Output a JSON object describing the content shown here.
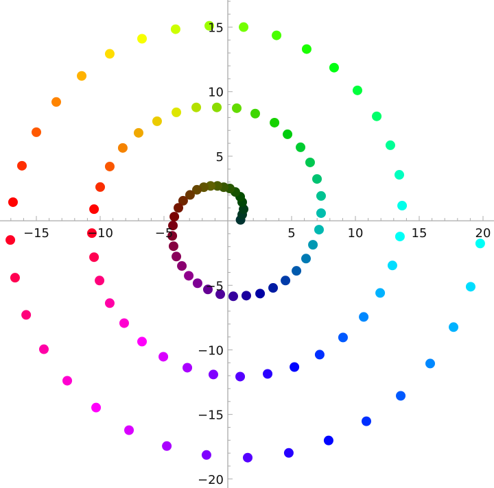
{
  "chart_data": {
    "type": "scatter",
    "title": "",
    "xlabel": "",
    "ylabel": "",
    "xlim": [
      -17.85,
      20.86
    ],
    "ylim": [
      -20.7,
      17.1
    ],
    "grid": false,
    "legend": "none",
    "x_ticks": [
      -15,
      -10,
      -5,
      5,
      10,
      15,
      20
    ],
    "y_ticks": [
      -20,
      -15,
      -10,
      -5,
      5,
      10,
      15
    ],
    "x_tick_labels": [
      "−15",
      "−10",
      "−5",
      "5",
      "10",
      "15",
      "20"
    ],
    "y_tick_labels": [
      "−20",
      "−15",
      "−10",
      "−5",
      "5",
      "10",
      "15"
    ],
    "color_scheme": "hue by polar angle, brightness by radius",
    "points": [
      [
        1.0,
        0.07
      ],
      [
        1.13,
        0.48
      ],
      [
        1.24,
        0.9
      ],
      [
        1.13,
        1.44
      ],
      [
        0.97,
        1.86
      ],
      [
        0.59,
        2.23
      ],
      [
        0.16,
        2.5
      ],
      [
        -0.32,
        2.6
      ],
      [
        -0.81,
        2.7
      ],
      [
        -1.35,
        2.7
      ],
      [
        -1.88,
        2.6
      ],
      [
        -2.42,
        2.4
      ],
      [
        -2.96,
        2.0
      ],
      [
        -3.5,
        1.55
      ],
      [
        -3.87,
        1.0
      ],
      [
        -4.19,
        0.32
      ],
      [
        -4.3,
        -0.37
      ],
      [
        -4.35,
        -1.17
      ],
      [
        -4.25,
        -1.97
      ],
      [
        -4.03,
        -2.77
      ],
      [
        -3.6,
        -3.5
      ],
      [
        -3.06,
        -4.26
      ],
      [
        -2.37,
        -4.84
      ],
      [
        -1.56,
        -5.32
      ],
      [
        -0.59,
        -5.69
      ],
      [
        0.43,
        -5.85
      ],
      [
        1.45,
        -5.8
      ],
      [
        2.53,
        -5.64
      ],
      [
        3.55,
        -5.2
      ],
      [
        4.52,
        -4.63
      ],
      [
        5.38,
        -3.88
      ],
      [
        6.13,
        -2.93
      ],
      [
        6.67,
        -1.86
      ],
      [
        7.15,
        -0.69
      ],
      [
        7.31,
        0.59
      ],
      [
        7.31,
        1.92
      ],
      [
        6.99,
        3.24
      ],
      [
        6.45,
        4.52
      ],
      [
        5.7,
        5.69
      ],
      [
        4.68,
        6.7
      ],
      [
        3.66,
        7.6
      ],
      [
        2.15,
        8.3
      ],
      [
        0.7,
        8.72
      ],
      [
        -0.86,
        8.78
      ],
      [
        -2.47,
        8.78
      ],
      [
        -4.03,
        8.4
      ],
      [
        -5.54,
        7.71
      ],
      [
        -6.99,
        6.81
      ],
      [
        -8.23,
        5.64
      ],
      [
        -9.25,
        4.2
      ],
      [
        -10.0,
        2.61
      ],
      [
        -10.48,
        0.9
      ],
      [
        -10.65,
        -0.96
      ],
      [
        -10.48,
        -2.82
      ],
      [
        -10.05,
        -4.63
      ],
      [
        -9.25,
        -6.38
      ],
      [
        -8.12,
        -7.93
      ],
      [
        -6.72,
        -9.36
      ],
      [
        -5.05,
        -10.53
      ],
      [
        -3.17,
        -11.38
      ],
      [
        -1.13,
        -11.91
      ],
      [
        0.97,
        -12.07
      ],
      [
        3.12,
        -11.86
      ],
      [
        5.22,
        -11.33
      ],
      [
        7.2,
        -10.37
      ],
      [
        9.03,
        -9.04
      ],
      [
        10.65,
        -7.45
      ],
      [
        11.94,
        -5.59
      ],
      [
        12.9,
        -3.46
      ],
      [
        13.49,
        -1.22
      ],
      [
        13.66,
        1.17
      ],
      [
        13.44,
        3.56
      ],
      [
        12.74,
        5.85
      ],
      [
        11.67,
        8.09
      ],
      [
        10.16,
        10.1
      ],
      [
        8.33,
        11.86
      ],
      [
        6.18,
        13.3
      ],
      [
        3.82,
        14.36
      ],
      [
        1.24,
        15.0
      ],
      [
        -1.45,
        15.1
      ],
      [
        -4.09,
        14.84
      ],
      [
        -6.72,
        14.1
      ],
      [
        -9.25,
        12.93
      ],
      [
        -11.45,
        11.22
      ],
      [
        -13.44,
        9.2
      ],
      [
        -15.0,
        6.86
      ],
      [
        -16.13,
        4.26
      ],
      [
        -16.83,
        1.44
      ],
      [
        -17.04,
        -1.49
      ],
      [
        -16.67,
        -4.41
      ],
      [
        -15.8,
        -7.29
      ],
      [
        -14.41,
        -9.95
      ],
      [
        -12.58,
        -12.39
      ],
      [
        -10.32,
        -14.47
      ],
      [
        -7.74,
        -16.22
      ],
      [
        -4.78,
        -17.45
      ],
      [
        -1.67,
        -18.14
      ],
      [
        1.56,
        -18.35
      ],
      [
        4.78,
        -17.98
      ],
      [
        7.9,
        -17.02
      ],
      [
        10.86,
        -15.53
      ],
      [
        13.55,
        -13.56
      ],
      [
        15.86,
        -11.06
      ],
      [
        17.69,
        -8.24
      ],
      [
        19.03,
        -5.11
      ],
      [
        19.78,
        -1.76
      ]
    ]
  }
}
